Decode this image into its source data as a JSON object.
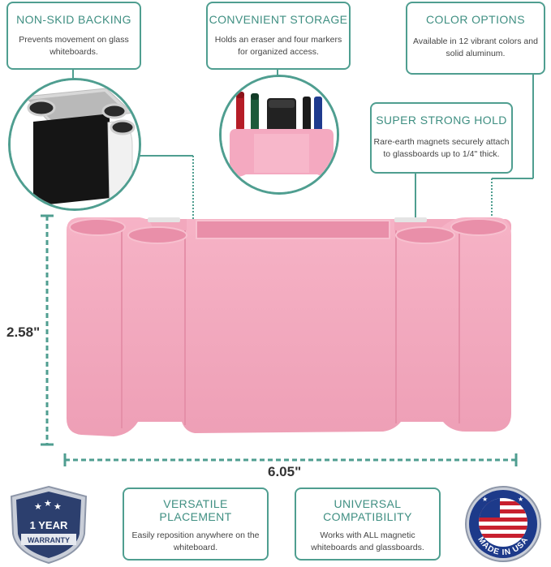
{
  "features": {
    "non_skid": {
      "title": "NON-SKID BACKING",
      "desc_1": "Prevents movement on glass",
      "desc_2": "whiteboards."
    },
    "storage": {
      "title": "CONVENIENT STORAGE",
      "desc_1": "Holds an eraser and four markers",
      "desc_2": "for organized access."
    },
    "color": {
      "title": "COLOR OPTIONS",
      "desc_1": "Available in 12 vibrant colors and",
      "desc_2": "solid aluminum."
    },
    "hold": {
      "title": "SUPER STRONG HOLD",
      "desc_1": "Rare-earth magnets securely attach",
      "desc_2": "to glassboards up to 1/4\" thick."
    },
    "placement": {
      "title_1": "VERSATILE",
      "title_2": "PLACEMENT",
      "desc_1": "Easily reposition anywhere on the",
      "desc_2": "whiteboard."
    },
    "compat": {
      "title_1": "UNIVERSAL",
      "title_2": "COMPATIBILITY",
      "desc_1": "Works with ALL magnetic",
      "desc_2": "whiteboards and glassboards."
    }
  },
  "dimensions": {
    "height": "2.58\"",
    "width": "6.05\""
  },
  "warranty_badge": {
    "line_1": "1 YEAR",
    "line_2": "WARRANTY"
  },
  "usa_badge": {
    "text": "MADE IN USA"
  },
  "colors": {
    "accent": "#4f9e90",
    "product_pink": "#f4a9c0",
    "badge_navy": "#2c3f6e"
  },
  "icons": {
    "warranty": "shield-stars-icon",
    "usa": "flag-seal-icon"
  }
}
